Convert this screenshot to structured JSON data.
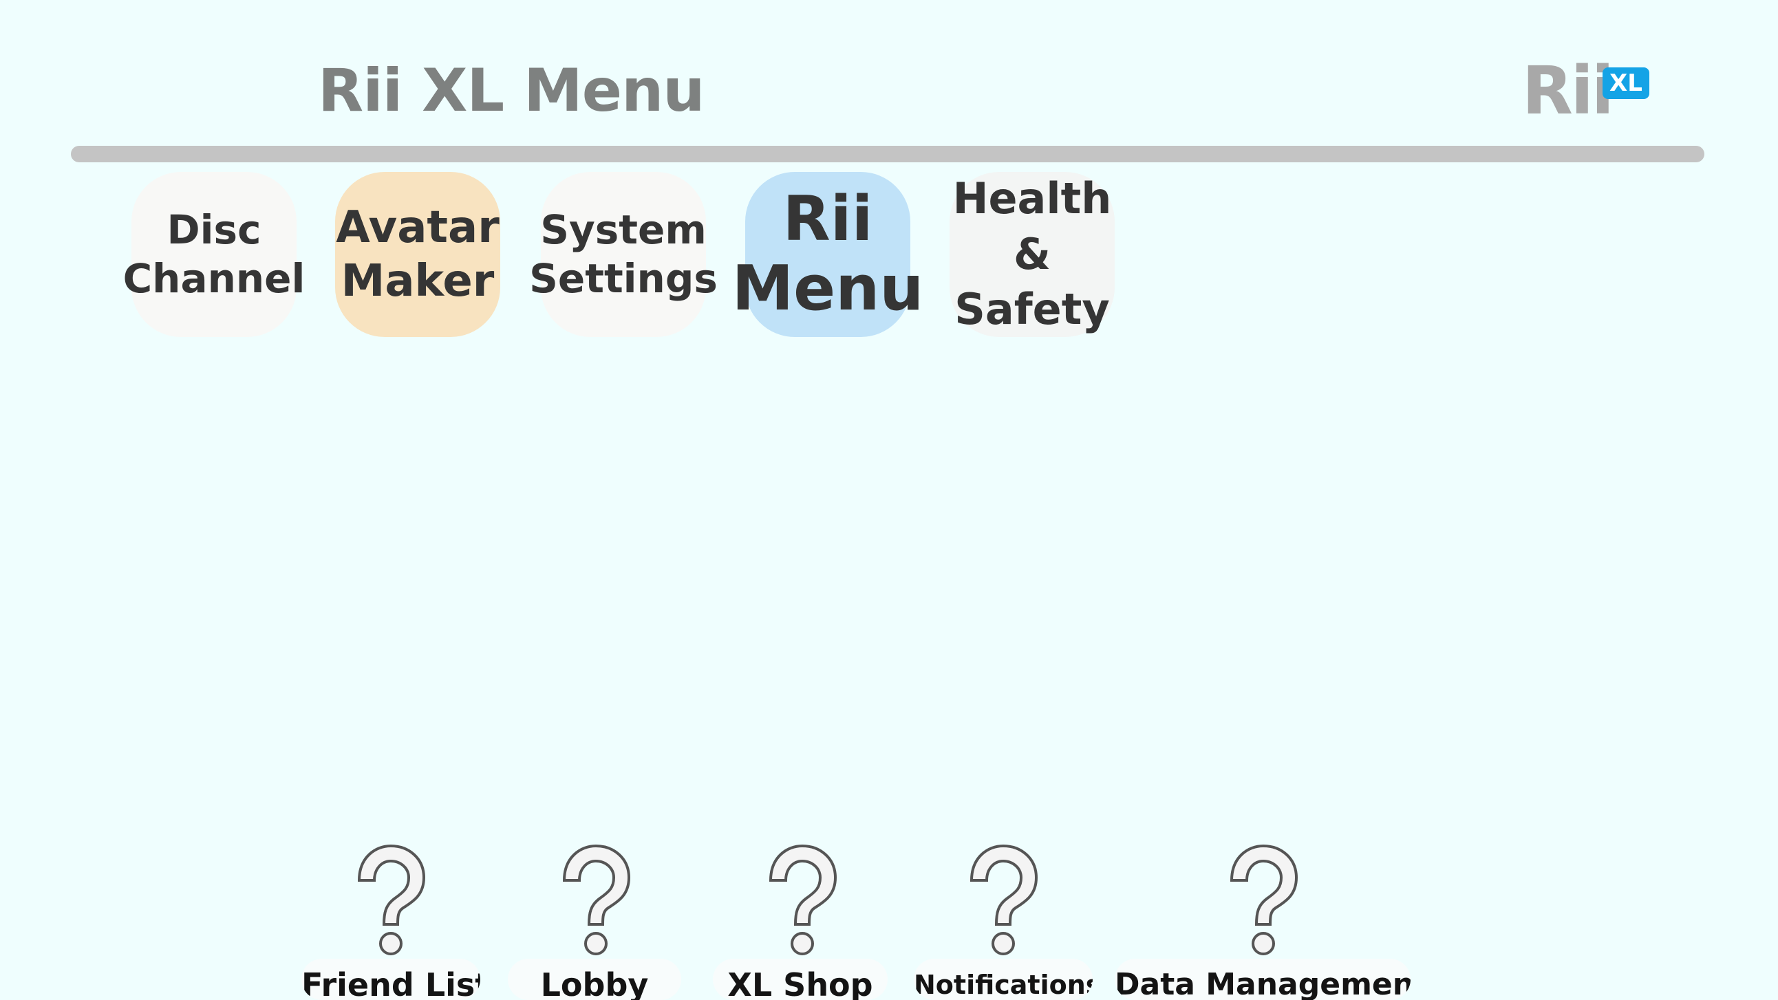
{
  "header": {
    "title": "Rii XL Menu",
    "logo_text": "Rii",
    "logo_badge": "XL"
  },
  "colors": {
    "background": "#effefe",
    "accent_blue": "#14a3e6",
    "tile_orange": "#f8e3c0",
    "tile_blue": "#c0e2f8"
  },
  "channels": [
    {
      "label": "Disc\nChannel"
    },
    {
      "label": "Avatar\nMaker"
    },
    {
      "label": "System\nSettings"
    },
    {
      "label": "Rii\nMenu"
    },
    {
      "label": "Health\n&\nSafety"
    }
  ],
  "bottom_menu": [
    {
      "label": "Friend List",
      "icon": "question-mark-icon"
    },
    {
      "label": "Lobby",
      "icon": "question-mark-icon"
    },
    {
      "label": "XL Shop",
      "icon": "question-mark-icon"
    },
    {
      "label": "Notifications",
      "icon": "question-mark-icon"
    },
    {
      "label": "Data Management",
      "icon": "question-mark-icon"
    }
  ]
}
